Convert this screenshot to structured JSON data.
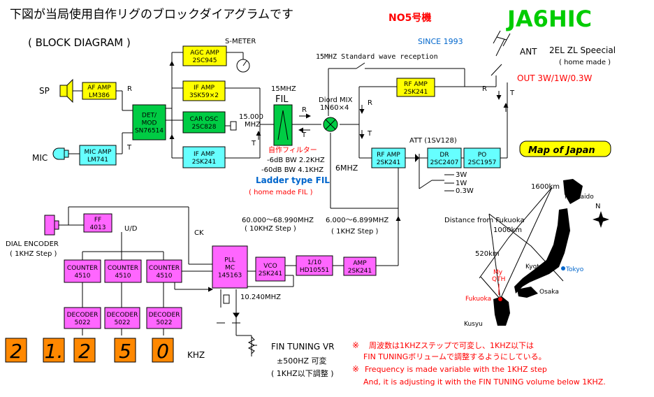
{
  "header": {
    "title_jp": "下図が当局使用自作リグのブロックダイアグラムです",
    "subtitle": "( BLOCK DIAGRAM )",
    "model": "NO5号機",
    "callsign": "JA6HIC",
    "since": "SINCE 1993"
  },
  "antenna": {
    "label": "ANT",
    "type": "2EL ZL Speecial",
    "made": "( home made )",
    "out": "OUT  3W/1W/0.3W"
  },
  "blocks": {
    "agc": [
      "AGC AMP",
      "2SC945"
    ],
    "ifamp1": [
      "IF AMP",
      "3SK59×2"
    ],
    "carosc": [
      "CAR OSC",
      "2SC828"
    ],
    "ifamp2": [
      "IF AMP",
      "2SK241"
    ],
    "afamp": [
      "AF AMP",
      "LM386"
    ],
    "det": [
      "DET/",
      "MOD",
      "SN76514"
    ],
    "micamp": [
      "MIC AMP",
      "LM741"
    ],
    "rfamp1": [
      "RF AMP",
      "2SK241"
    ],
    "rfamp2": [
      "RF AMP",
      "2SK241"
    ],
    "dr": [
      "DR",
      "2SC2407"
    ],
    "po": [
      "PO",
      "2SC1957"
    ],
    "ff": [
      "FF",
      "4013"
    ],
    "counter1": [
      "COUNTER",
      "4510"
    ],
    "counter2": [
      "COUNTER",
      "4510"
    ],
    "counter3": [
      "COUNTER",
      "4510"
    ],
    "decoder1": [
      "DECODER",
      "5022"
    ],
    "decoder2": [
      "DECODER",
      "5022"
    ],
    "decoder3": [
      "DECODER",
      "5022"
    ],
    "pll": [
      "PLL",
      "MC",
      "145163"
    ],
    "vco": [
      "VCO",
      "2SK241"
    ],
    "div": [
      "1/10",
      "HD10551"
    ],
    "amp": [
      "AMP",
      "2SK241"
    ]
  },
  "labels": {
    "smeter": "S-METER",
    "sp": "SP",
    "mic": "MIC",
    "crystal": "15.000",
    "crystal_unit": "MHZ",
    "fil_freq": "15MHZ",
    "fil": "FIL",
    "fil_jp": "自作フィルター",
    "fil_bw1": "-6dB BW 2.2KHZ",
    "fil_bw2": "-60dB BW 4.1KHZ",
    "ladder": "Ladder type FIL",
    "ladder_made": "( home made FIL )",
    "std_wave": "15MHZ Standard wave reception",
    "mix": "Diord MIX",
    "mix_parts": "1N60×4",
    "six_mhz": "6MHZ",
    "att": "ATT (1SV128)",
    "pwr_3w": "3W",
    "pwr_1w": "1W",
    "pwr_03w": "0.3W",
    "dial": "DIAL ENCODER",
    "dial_step": "( 1KHZ Step )",
    "ud": "U/D",
    "ck": "CK",
    "vco_range": "60.000～68.990MHZ",
    "vco_step": "( 10KHZ Step )",
    "amp_range": "6.000～6.899MHZ",
    "amp_step": "( 1KHZ Step )",
    "xtal_ref": "10.240MHZ",
    "fin_tuning": "FIN TUNING VR",
    "fin_range": "±500HZ  可変",
    "fin_adjust": "( 1KHZ以下調整 )",
    "khz": "KHZ",
    "R": "R",
    "T": "T"
  },
  "display": {
    "digits": [
      "2",
      "1.",
      "2",
      "5",
      "0"
    ]
  },
  "notes": {
    "mark": "※",
    "jp1": "周波数は1KHZステップで可変し、1KHZ以下は",
    "jp2": "FIN  TUNINGボリュームで調整するようにしている。",
    "en1": "Frequency is made variable with the 1KHZ step",
    "en2": "And, it is adjusting it with the FIN TUNING volume below 1KHZ."
  },
  "map": {
    "title": "Map of Japan",
    "distance_title": "Distance from Fukuoka",
    "d1600": "1600km",
    "d1000": "1000km",
    "d520": "520km",
    "hokkaido": "Hokkaido",
    "tokyo": "Tokyo",
    "kyoto": "Kyoto",
    "osaka": "Osaka",
    "myqth1": "My",
    "myqth2": "QTH",
    "fukuoka": "Fukuoka",
    "kusyu": "Kusyu",
    "north": "N"
  },
  "colors": {
    "yellow": "#ffff00",
    "cyan": "#66ffff",
    "green": "#00cc44",
    "magenta": "#ff66ff",
    "orange": "#ff8800",
    "red": "#ff0000",
    "blue": "#0066cc",
    "callsign": "#00cc00"
  }
}
